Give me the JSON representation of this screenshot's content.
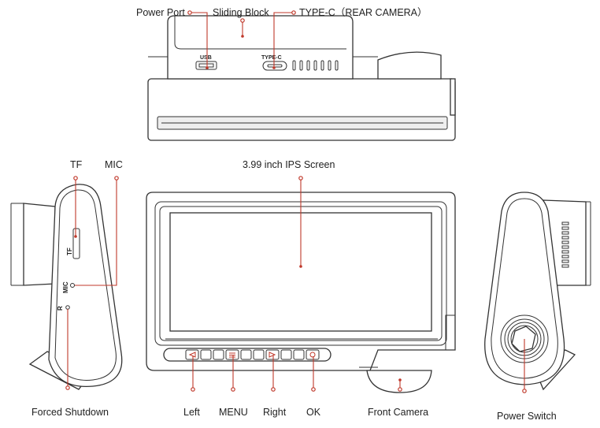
{
  "labels": {
    "power_port": "Power Port",
    "sliding_block": "Sliding Block",
    "type_c": "TYPE-C（REAR CAMERA）",
    "tf": "TF",
    "mic": "MIC",
    "screen": "3.99 inch IPS Screen",
    "forced_shutdown": "Forced Shutdown",
    "left": "Left",
    "menu": "MENU",
    "right": "Right",
    "ok": "OK",
    "front_camera": "Front Camera",
    "power_switch": "Power Switch"
  },
  "device_marks": {
    "usb": "USB",
    "type_c_port": "TYPE-C",
    "tf_slot": "TF",
    "mic_hole": "MIC",
    "reset": "R"
  },
  "colors": {
    "callout": "#c0392b",
    "outline": "#333333"
  }
}
